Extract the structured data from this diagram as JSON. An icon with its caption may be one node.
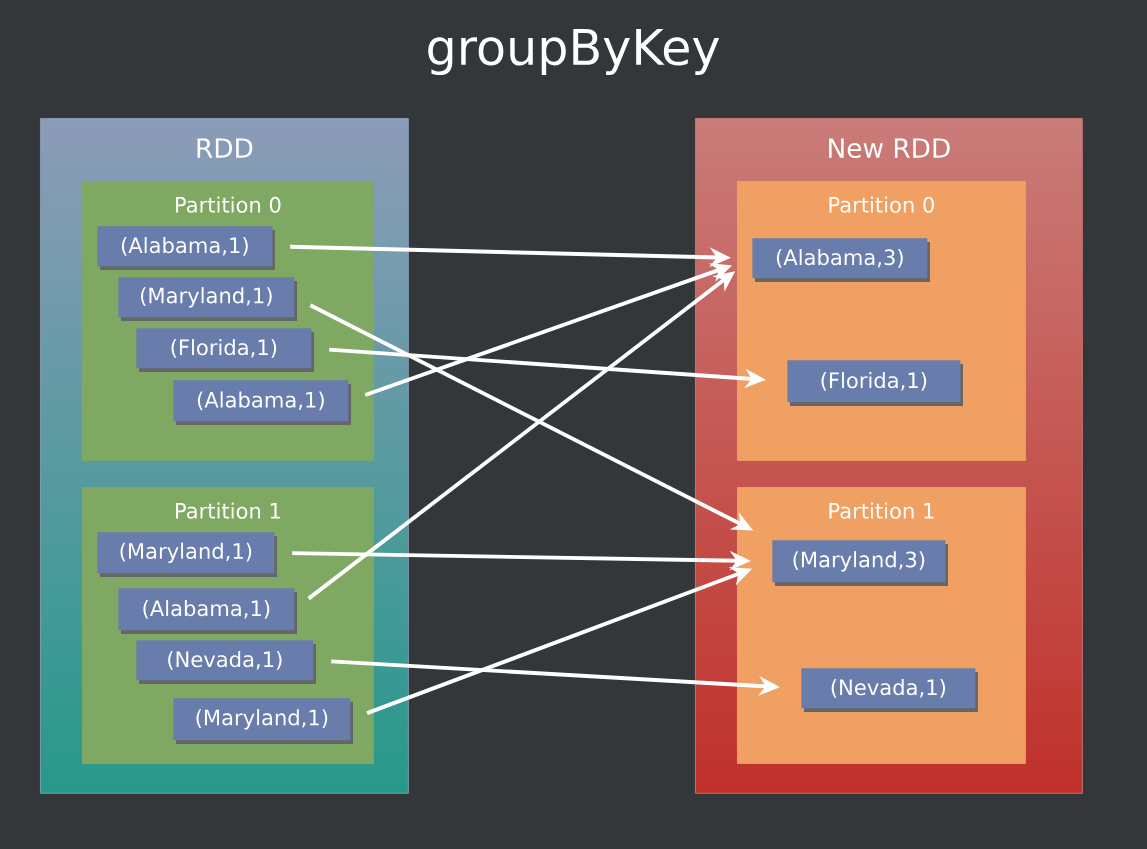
{
  "diagram": {
    "title": "groupByKey",
    "nodes": [
      {
        "text": [
          "RDD"
        ]
      },
      {
        "text": [
          "Partition 0"
        ],
        "in": 0
      },
      {
        "text": [
          "(Alabama,1)"
        ],
        "in": 1
      },
      {
        "text": [
          "(Maryland,1)"
        ],
        "in": 1
      },
      {
        "text": [
          "(Florida,1)"
        ],
        "in": 1
      },
      {
        "text": [
          "(Alabama,1)"
        ],
        "in": 1
      },
      {
        "text": [
          "Partition 1"
        ],
        "in": 0
      },
      {
        "text": [
          "(Maryland,1)"
        ],
        "in": 6
      },
      {
        "text": [
          "(Alabama,1)"
        ],
        "in": 6
      },
      {
        "text": [
          "(Nevada,1)"
        ],
        "in": 6
      },
      {
        "text": [
          "(Maryland,1)"
        ],
        "in": 6
      },
      {
        "text": [
          "New RDD"
        ]
      },
      {
        "text": [
          "Partition 0"
        ],
        "in": 11
      },
      {
        "text": [
          "(Alabama,3)"
        ],
        "in": 12
      },
      {
        "text": [
          "(Florida,1)"
        ],
        "in": 12
      },
      {
        "text": [
          "Partition 1"
        ],
        "in": 11
      },
      {
        "text": [
          "(Maryland,3)"
        ],
        "in": 15
      },
      {
        "text": [
          "(Nevada,1)"
        ],
        "in": 15
      }
    ],
    "edges": [
      {
        "from": 2,
        "to": 13,
        "arrow": "to"
      },
      {
        "from": 3,
        "to": 16,
        "arrow": "to"
      },
      {
        "from": 4,
        "to": 14,
        "arrow": "to"
      },
      {
        "from": 5,
        "to": 13,
        "arrow": "to"
      },
      {
        "from": 7,
        "to": 16,
        "arrow": "to"
      },
      {
        "from": 8,
        "to": 13,
        "arrow": "to"
      },
      {
        "from": 9,
        "to": 17,
        "arrow": "to"
      },
      {
        "from": 10,
        "to": 16,
        "arrow": "to"
      }
    ]
  }
}
